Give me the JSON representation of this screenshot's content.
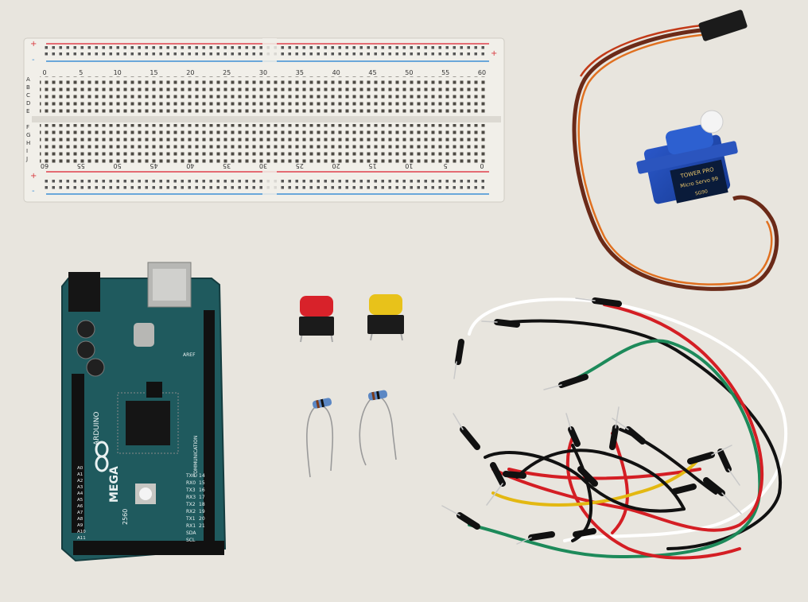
{
  "breadcrumb_board": {
    "top_rail_markers": [
      "+",
      "-"
    ],
    "bottom_rail_markers": [
      "-",
      "+"
    ],
    "top_row_letters": [
      "A",
      "B",
      "C",
      "D",
      "E"
    ],
    "bottom_row_letters": [
      "F",
      "G",
      "H",
      "I",
      "J"
    ],
    "top_column_numbers": [
      "0",
      "5",
      "10",
      "15",
      "20",
      "25",
      "30",
      "35",
      "40",
      "45",
      "50",
      "55",
      "60"
    ],
    "bottom_column_numbers": [
      "60",
      "55",
      "50",
      "45",
      "40",
      "35",
      "30",
      "25",
      "20",
      "15",
      "10",
      "5",
      "0"
    ]
  },
  "servo": {
    "brand": "TOWER PRO",
    "model": "Micro Servo 99",
    "code": "SG90"
  },
  "arduino": {
    "brand": "ARDUINO",
    "model": "MEGA",
    "year": "2560",
    "aref_label": "AREF",
    "comm_label": "COMMUNICATION",
    "pin_labels": [
      "TX0",
      "RX0",
      "TX3",
      "RX3",
      "TX2",
      "RX2",
      "TX1",
      "RX1",
      "SDA",
      "SCL"
    ],
    "pin_numbers": [
      "14",
      "15",
      "16",
      "17",
      "18",
      "19",
      "20",
      "21"
    ],
    "analog_labels": [
      "A0",
      "A1",
      "A2",
      "A3",
      "A4",
      "A5",
      "A6",
      "A7",
      "A8",
      "A9",
      "A10",
      "A11"
    ],
    "colors": {
      "board": "#1f5a5e",
      "header": "#1a1a1a"
    }
  },
  "buttons": [
    {
      "cap_color": "#d8222a"
    },
    {
      "cap_color": "#e8c21a"
    }
  ],
  "wires": {
    "colors": [
      "#ffffff",
      "#111111",
      "#1d8a5a",
      "#d41e24",
      "#e3b812"
    ]
  }
}
